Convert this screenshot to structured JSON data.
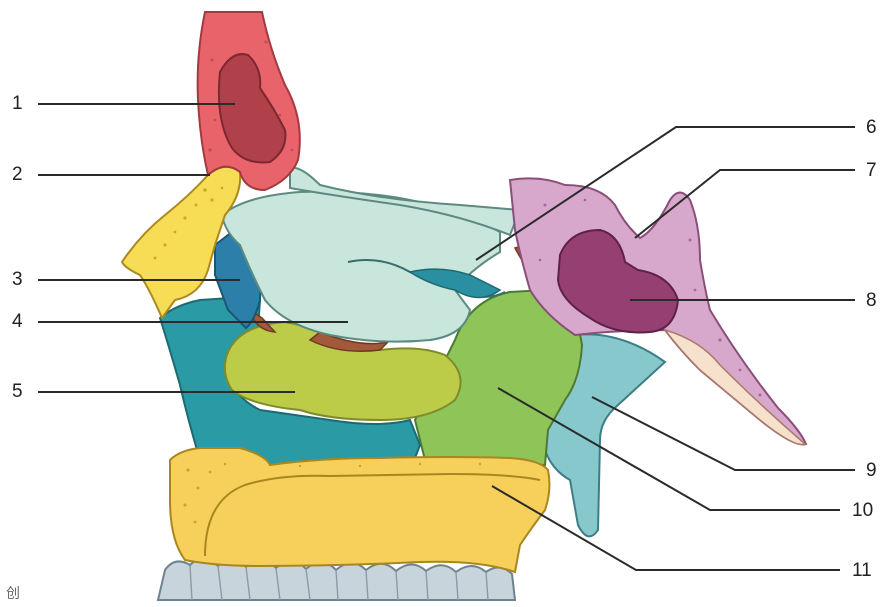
{
  "labels": [
    {
      "id": "1",
      "text": "1"
    },
    {
      "id": "2",
      "text": "2"
    },
    {
      "id": "3",
      "text": "3"
    },
    {
      "id": "4",
      "text": "4"
    },
    {
      "id": "5",
      "text": "5"
    },
    {
      "id": "6",
      "text": "6"
    },
    {
      "id": "7",
      "text": "7"
    },
    {
      "id": "8",
      "text": "8"
    },
    {
      "id": "9",
      "text": "9"
    },
    {
      "id": "10",
      "text": "10"
    },
    {
      "id": "11",
      "text": "11"
    }
  ],
  "corner_mark": "创",
  "colors": {
    "frontal": "#e8646a",
    "frontal_sinus": "#b0404a",
    "nasal_bone": "#f7dc56",
    "lacrimal": "#2c7fa8",
    "ethmoid": "#c8e6dc",
    "maxilla": "#2a9aa4",
    "inferior_concha": "#bccc48",
    "palatine": "#8ec458",
    "sphenoid": "#d8a8cc",
    "sphenoid_sinus": "#963f72",
    "pterygoid": "#86c8cc",
    "palate": "#f7d05c",
    "teeth": "#c8d4dc"
  }
}
